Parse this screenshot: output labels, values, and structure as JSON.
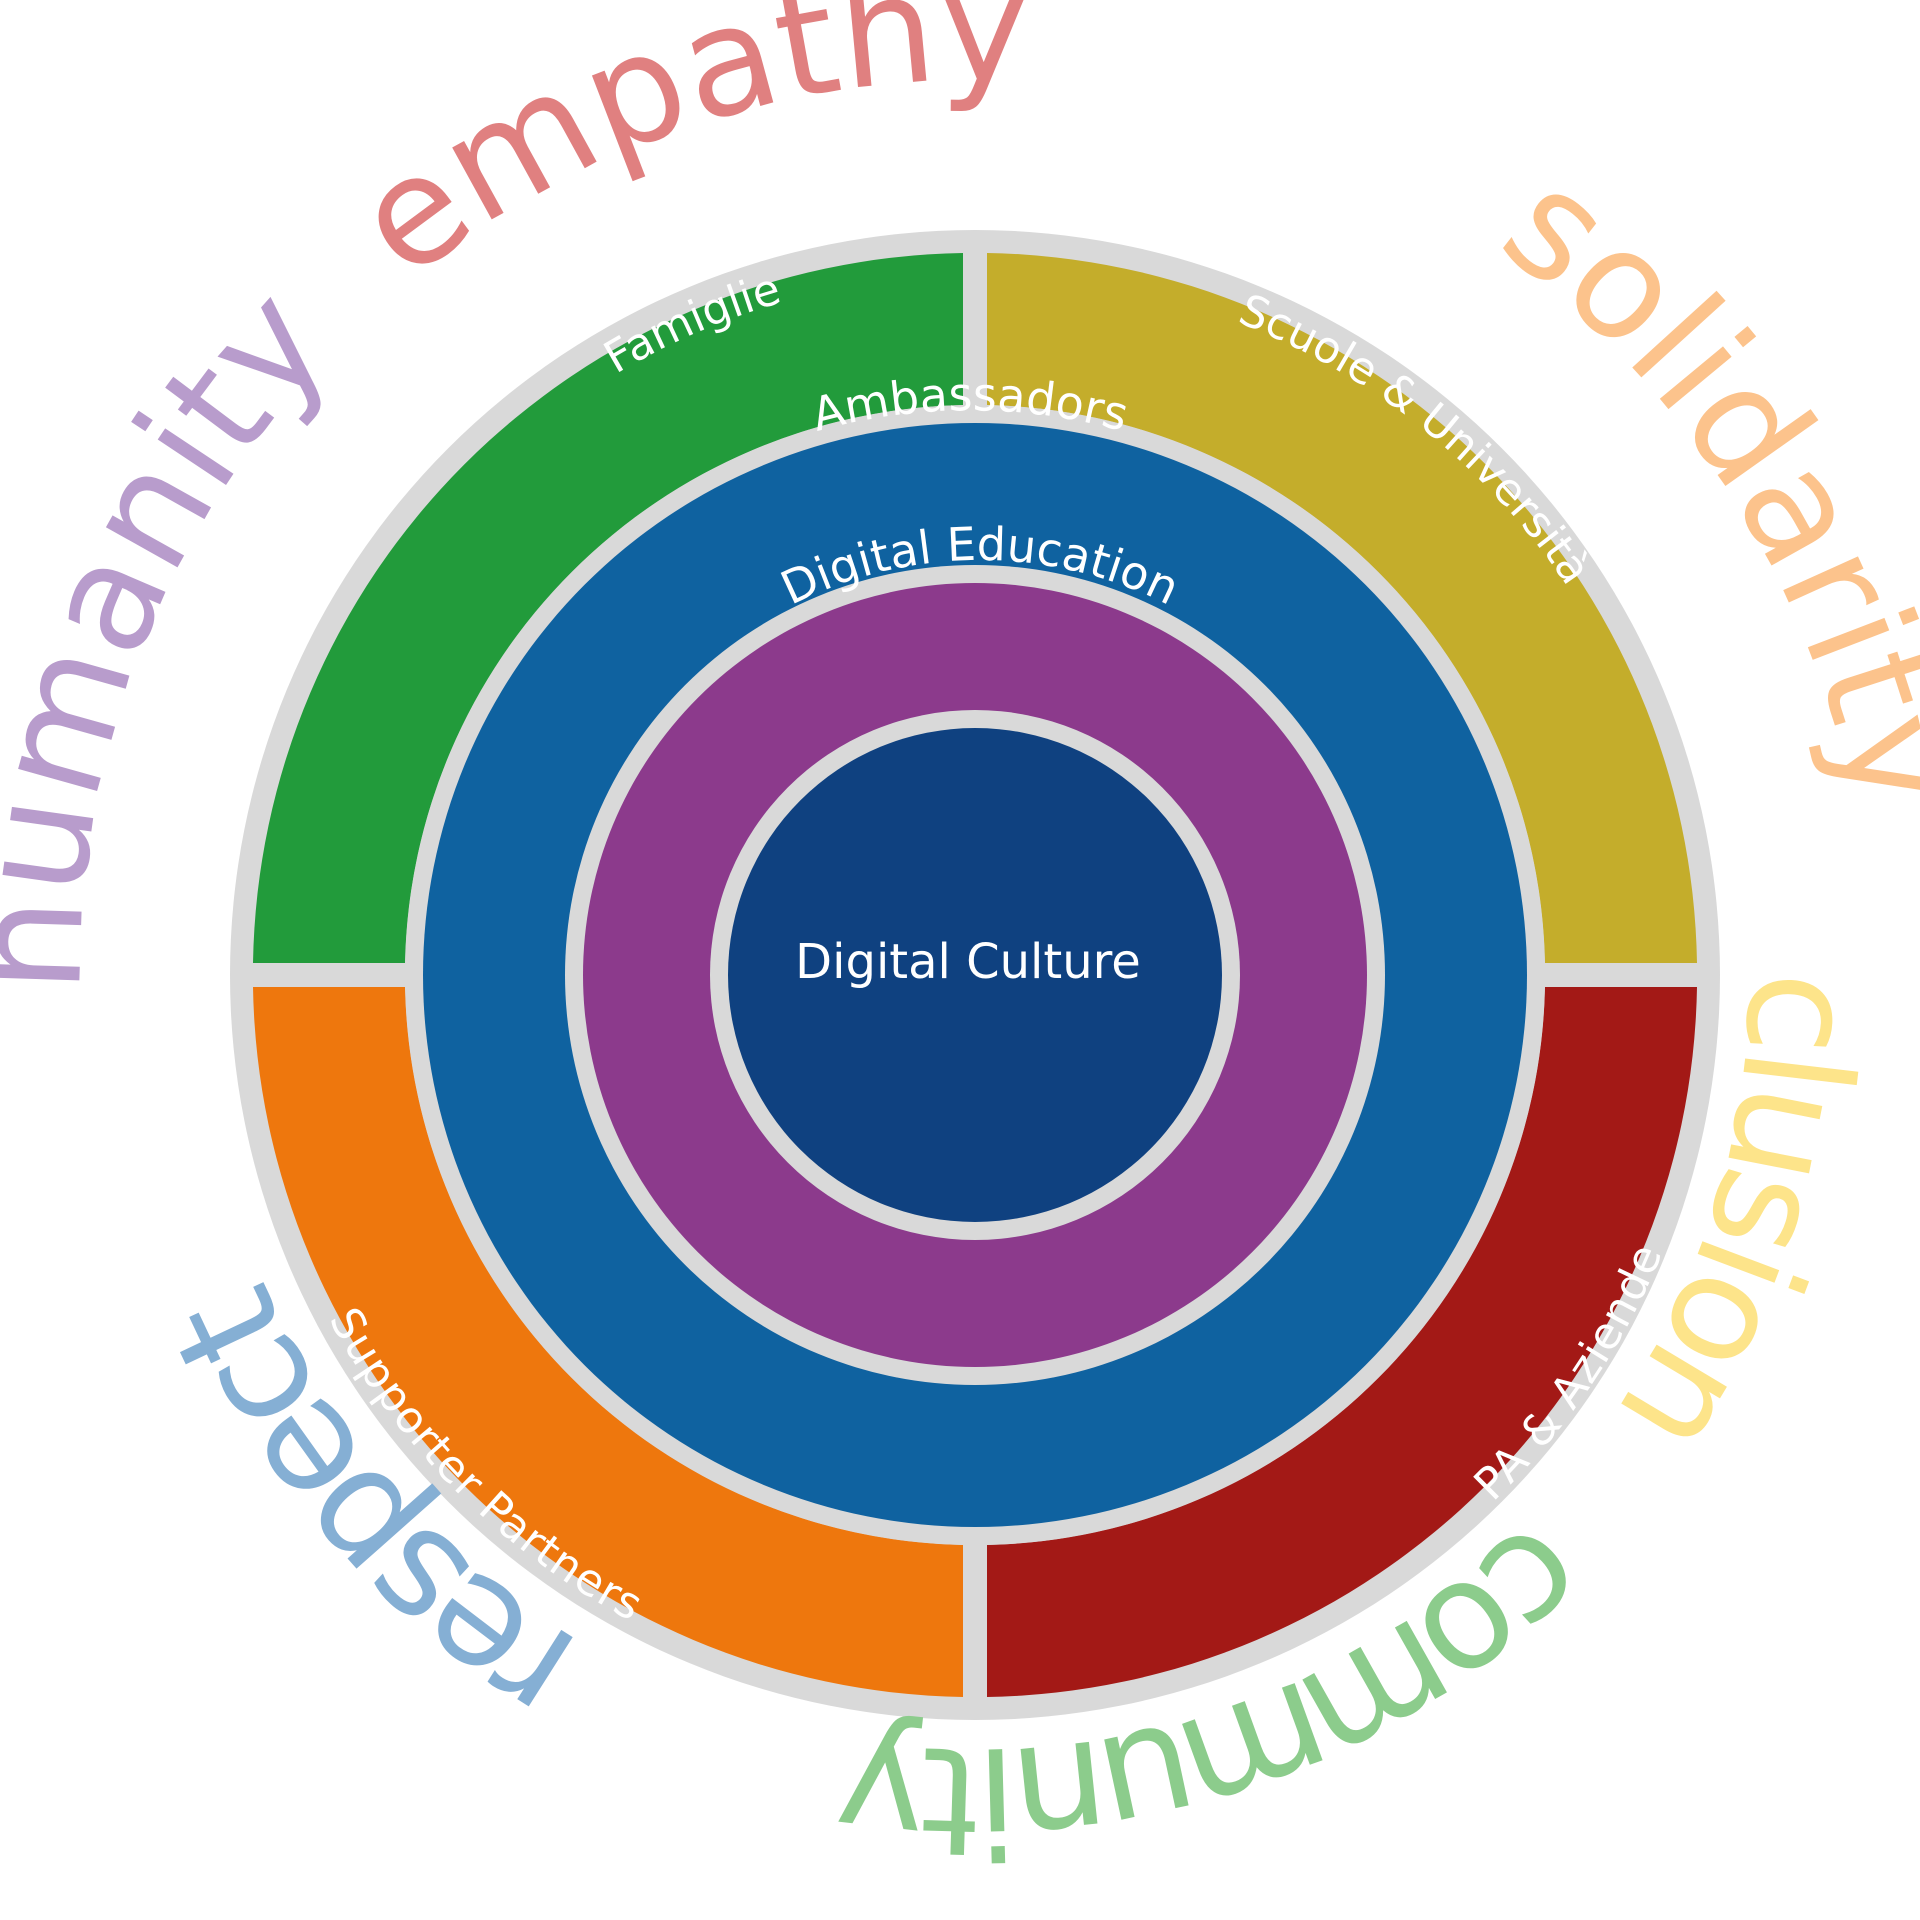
{
  "diagram": {
    "center": {
      "label": "Digital Culture",
      "color": "#0f4180"
    },
    "rings": {
      "education": {
        "label": "Digital Education",
        "color": "#8c3a8c"
      },
      "ambassadors": {
        "label": "Ambassadors",
        "color": "#0f62a0"
      }
    },
    "quadrants": [
      {
        "label": "Famiglie",
        "color": "#229b3b"
      },
      {
        "label": "Scuole & Università",
        "color": "#c4ad2b"
      },
      {
        "label": "PA & Aziende",
        "color": "#a31916"
      },
      {
        "label": "Supporter Partners",
        "color": "#ee770d"
      }
    ],
    "separator_color": "#d9d9d9",
    "values": [
      {
        "word": "empathy",
        "color": "#e08080"
      },
      {
        "word": "solidarity",
        "color": "#fcc38c"
      },
      {
        "word": "inclusion",
        "color": "#fde48a"
      },
      {
        "word": "community",
        "color": "#8ccc8c"
      },
      {
        "word": "respect",
        "color": "#85afd4"
      },
      {
        "word": "humanity",
        "color": "#b89ccc"
      }
    ]
  }
}
